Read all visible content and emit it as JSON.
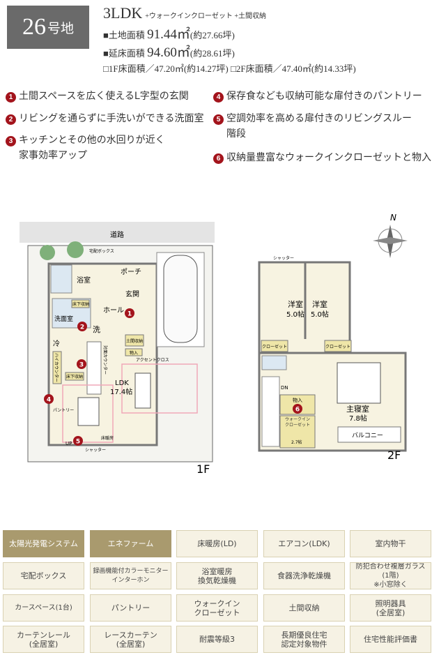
{
  "lot": {
    "number": "26",
    "suffix": "号地"
  },
  "plan": {
    "layout": "3LDK",
    "extras": "+ウォークインクローゼット +土間収納"
  },
  "land": {
    "label": "■土地面積",
    "value": "91.44㎡",
    "tsubo": "(約27.66坪)"
  },
  "floor_total": {
    "label": "■延床面積",
    "value": "94.60㎡",
    "tsubo": "(約28.61坪)"
  },
  "floor_detail": "□1F床面積／47.20㎡(約14.27坪) □2F床面積／47.40㎡(約14.33坪)",
  "features": [
    {
      "n": "1",
      "text": "土間スペースを広く使えるL字型の玄関"
    },
    {
      "n": "2",
      "text": "リビングを通らずに手洗いができる洗面室"
    },
    {
      "n": "3",
      "text": "キッチンとその他の水回りが近く\n家事効率アップ"
    },
    {
      "n": "4",
      "text": "保存食なども収納可能な扉付きのパントリー"
    },
    {
      "n": "5",
      "text": "空調効率を高める扉付きのリビングスルー\n階段"
    },
    {
      "n": "6",
      "text": "収納量豊富なウォークインクローゼットと物入"
    }
  ],
  "floor1": {
    "label": "1F",
    "road": "道路",
    "rooms": {
      "bath": "浴室",
      "porch": "ポーチ",
      "entrance": "玄関",
      "hall": "ホール",
      "washroom": "洗面室",
      "wash": "洗",
      "fridge": "冷",
      "ldk": "LDK",
      "ldk_size": "17.4帖",
      "floor_storage": "床下収納",
      "doma": "土間収納",
      "storage": "物入",
      "pantry": "パントリー",
      "counter": "対面カウンター",
      "high_counter": "ハイカウンター",
      "floor_heat": "床暖房",
      "shutter": "シャッター",
      "delivery": "宅配ボックス",
      "up": "UP",
      "accent": "アクセントクロス"
    }
  },
  "floor2": {
    "label": "2F",
    "compass": "N",
    "rooms": {
      "western1": "洋室",
      "western1_size": "5.0帖",
      "western2": "洋室",
      "western2_size": "5.0帖",
      "closet": "クローゼット",
      "master": "主寝室",
      "master_size": "7.8帖",
      "storage": "物入",
      "wic": "ウォークイン\nクローゼット",
      "wic_size": "2.7帖",
      "balcony": "バルコニー",
      "dn": "DN",
      "shutter": "シャッター"
    }
  },
  "equipment": [
    {
      "label": "太陽光発電システム",
      "highlight": true
    },
    {
      "label": "エネファーム",
      "highlight": true
    },
    {
      "label": "床暖房(LD)"
    },
    {
      "label": "エアコン(LDK)"
    },
    {
      "label": "室内物干"
    },
    {
      "label": "宅配ボックス"
    },
    {
      "label": "録画機能付カラーモニター\nインターホン"
    },
    {
      "label": "浴室暖房\n換気乾燥機"
    },
    {
      "label": "食器洗浄乾燥機"
    },
    {
      "label": "防犯合わせ複層ガラス\n(1階)\n※小窓除く"
    },
    {
      "label": "カースペース(1台)"
    },
    {
      "label": "パントリー"
    },
    {
      "label": "ウォークイン\nクローゼット"
    },
    {
      "label": "土間収納"
    },
    {
      "label": "照明器具\n(全居室)"
    },
    {
      "label": "カーテンレール\n(全居室)"
    },
    {
      "label": "レースカーテン\n(全居室)"
    },
    {
      "label": "耐震等級3"
    },
    {
      "label": "長期優良住宅\n認定対象物件"
    },
    {
      "label": "住宅性能評価書"
    }
  ],
  "colors": {
    "lot_bg": "#6a6a6a",
    "badge": "#a3141c",
    "tile_on": "#a99a6e",
    "tile_off": "#f6f2e4",
    "room": "#f7f3e1",
    "storage": "#efe6a8",
    "wet": "#dce8f2"
  }
}
